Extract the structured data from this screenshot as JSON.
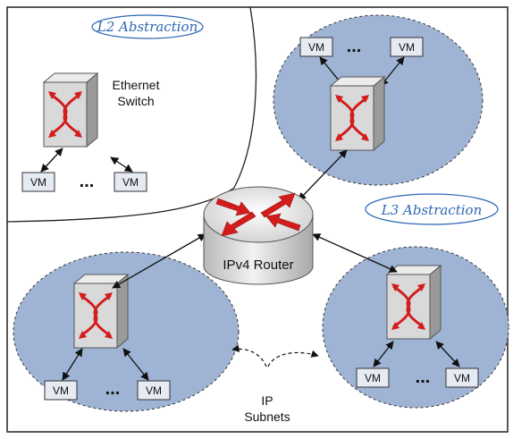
{
  "l2_abstraction_label": "L2 Abstraction",
  "l3_abstraction_label": "L3 Abstraction",
  "ethernet_switch_label_line1": "Ethernet",
  "ethernet_switch_label_line2": "Switch",
  "router_label": "IPv4 Router",
  "vm_label": "VM",
  "ellipsis": "...",
  "ip_subnets_line1": "IP",
  "ip_subnets_line2": "Subnets",
  "colors": {
    "subnet_fill": "#9fb4d4",
    "abstraction_text": "#2b67b3",
    "arrow_red": "#d31c1c",
    "switch_face": "#d9d9d9"
  }
}
